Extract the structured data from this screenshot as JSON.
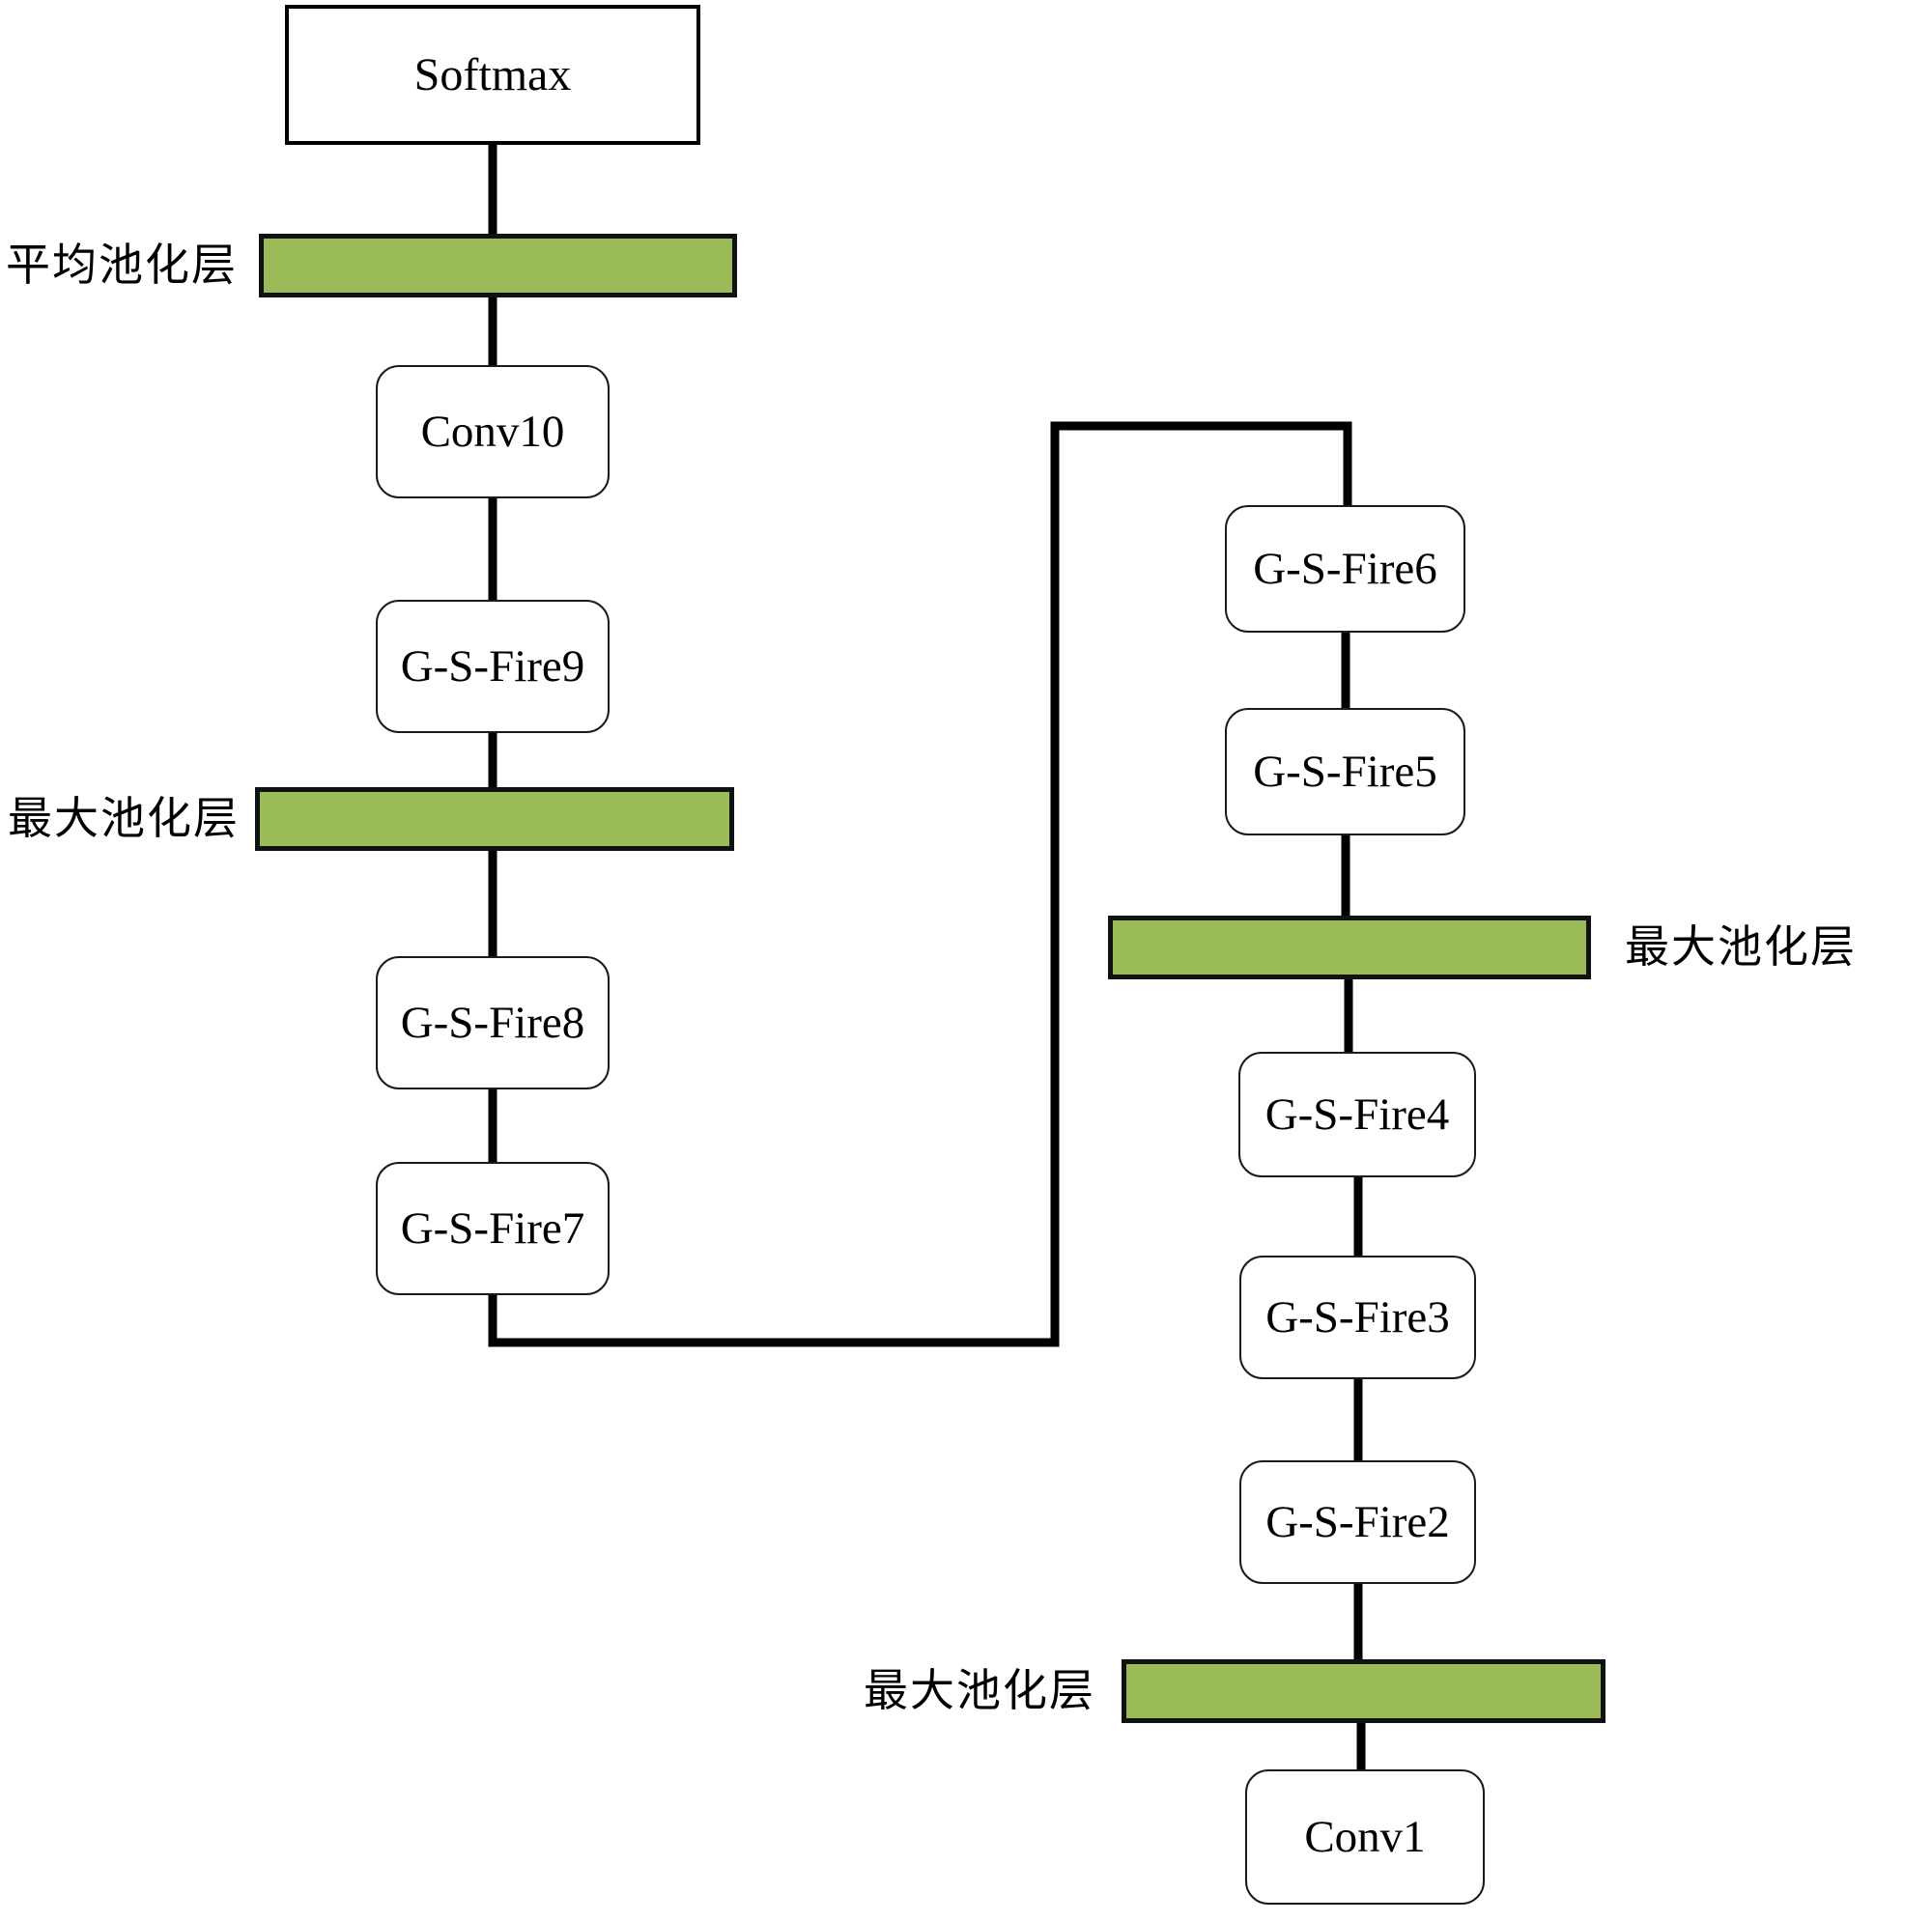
{
  "diagram": {
    "description": "CNN architecture flow diagram with G-S-Fire modules and pooling layers",
    "colors": {
      "background": "#ffffff",
      "pool_bar_fill": "#9bbb59",
      "pool_bar_border": "#111111",
      "node_fill": "#ffffff",
      "node_border": "#1a1a1a",
      "edge": "#000000",
      "text": "#000000"
    },
    "nodes": {
      "softmax": "Softmax",
      "conv10": "Conv10",
      "fire9": "G-S-Fire9",
      "fire8": "G-S-Fire8",
      "fire7": "G-S-Fire7",
      "fire6": "G-S-Fire6",
      "fire5": "G-S-Fire5",
      "fire4": "G-S-Fire4",
      "fire3": "G-S-Fire3",
      "fire2": "G-S-Fire2",
      "conv1": "Conv1"
    },
    "pool_bars": {
      "avg_pool": {
        "label": "平均池化层",
        "label_side": "left"
      },
      "max_pool_upper_left": {
        "label": "最大池化层",
        "label_side": "left"
      },
      "max_pool_right": {
        "label": "最大池化层",
        "label_side": "right"
      },
      "max_pool_bottom": {
        "label": "最大池化层",
        "label_side": "left"
      }
    }
  }
}
